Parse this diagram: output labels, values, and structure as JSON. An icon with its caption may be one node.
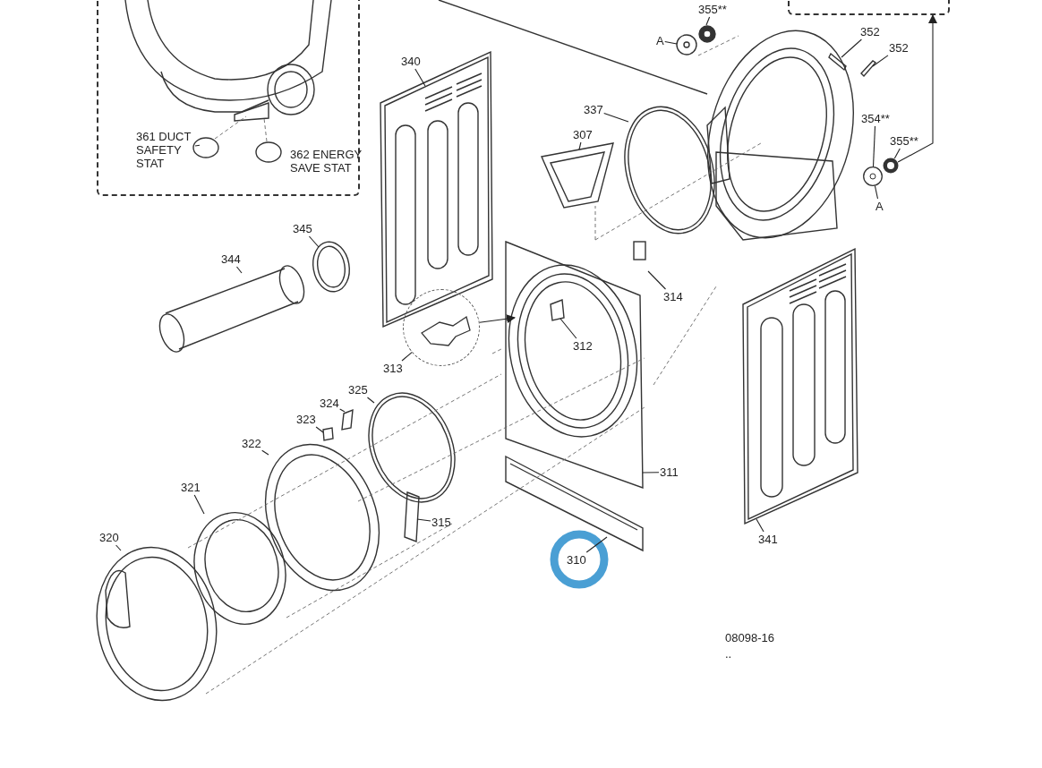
{
  "diagram": {
    "nodes": [
      {
        "text": [],
        "shape": "box"
      },
      {
        "text": [
          "361 DUCT SAFETY STAT"
        ],
        "in": 0
      },
      {
        "text": [
          "362 ENERGY SAVE STAT"
        ],
        "in": 0
      },
      {
        "text": [],
        "shape": "box"
      },
      {
        "text": [
          "355**"
        ]
      },
      {
        "text": [
          "A"
        ]
      },
      {
        "text": [
          "352"
        ]
      },
      {
        "text": [
          "352"
        ]
      },
      {
        "text": [
          "340"
        ]
      },
      {
        "text": [
          "337"
        ]
      },
      {
        "text": [
          "307"
        ]
      },
      {
        "text": [
          "354**"
        ]
      },
      {
        "text": [
          "355**"
        ]
      },
      {
        "text": [
          "A"
        ]
      },
      {
        "text": [
          "345"
        ]
      },
      {
        "text": [
          "344"
        ]
      },
      {
        "text": [],
        "shape": "circle"
      },
      {
        "text": [
          "313"
        ]
      },
      {
        "text": [
          "314"
        ]
      },
      {
        "text": [
          "312"
        ]
      },
      {
        "text": [
          "325"
        ]
      },
      {
        "text": [
          "324"
        ]
      },
      {
        "text": [
          "323"
        ]
      },
      {
        "text": [
          "322"
        ]
      },
      {
        "text": [
          "311"
        ]
      },
      {
        "text": [
          "321"
        ]
      },
      {
        "text": [
          "315"
        ]
      },
      {
        "text": [
          "320"
        ]
      },
      {
        "text": [
          "310"
        ]
      },
      {
        "text": [
          "341"
        ]
      },
      {
        "text": [],
        "shape": "circle"
      },
      {
        "text": [],
        "shape": "circle"
      }
    ],
    "edges": [
      {
        "from": 1,
        "to": null,
        "arrow": "none"
      },
      {
        "from": 4,
        "to": null,
        "arrow": "none"
      },
      {
        "from": 5,
        "to": null,
        "arrow": "none"
      },
      {
        "from": 6,
        "to": null,
        "arrow": "none"
      },
      {
        "from": 7,
        "to": null,
        "arrow": "none"
      },
      {
        "from": 8,
        "to": null,
        "arrow": "none"
      },
      {
        "from": 9,
        "to": null,
        "arrow": "none"
      },
      {
        "from": 10,
        "to": null,
        "arrow": "none"
      },
      {
        "from": 11,
        "to": 30,
        "arrow": "none"
      },
      {
        "from": 12,
        "to": 31,
        "arrow": "none"
      },
      {
        "from": 13,
        "to": 30,
        "arrow": "none"
      },
      {
        "from": 31,
        "to": 3,
        "arrow": "to"
      },
      {
        "from": 14,
        "to": null,
        "arrow": "none"
      },
      {
        "from": 15,
        "to": null,
        "arrow": "none"
      },
      {
        "from": 17,
        "to": 16,
        "arrow": "none"
      },
      {
        "from": 16,
        "to": null,
        "arrow": "to"
      },
      {
        "from": 18,
        "to": null,
        "arrow": "none"
      },
      {
        "from": 19,
        "to": null,
        "arrow": "none"
      },
      {
        "from": 20,
        "to": null,
        "arrow": "none"
      },
      {
        "from": 21,
        "to": null,
        "arrow": "none"
      },
      {
        "from": 22,
        "to": null,
        "arrow": "none"
      },
      {
        "from": 23,
        "to": null,
        "arrow": "none"
      },
      {
        "from": 24,
        "to": null,
        "arrow": "none"
      },
      {
        "from": 25,
        "to": null,
        "arrow": "none"
      },
      {
        "from": 26,
        "to": null,
        "arrow": "none"
      },
      {
        "from": 27,
        "to": null,
        "arrow": "none"
      },
      {
        "from": 28,
        "to": null,
        "arrow": "none"
      },
      {
        "from": 29,
        "to": null,
        "arrow": "none"
      }
    ],
    "labels": [
      "08098-16",
      ".."
    ]
  }
}
